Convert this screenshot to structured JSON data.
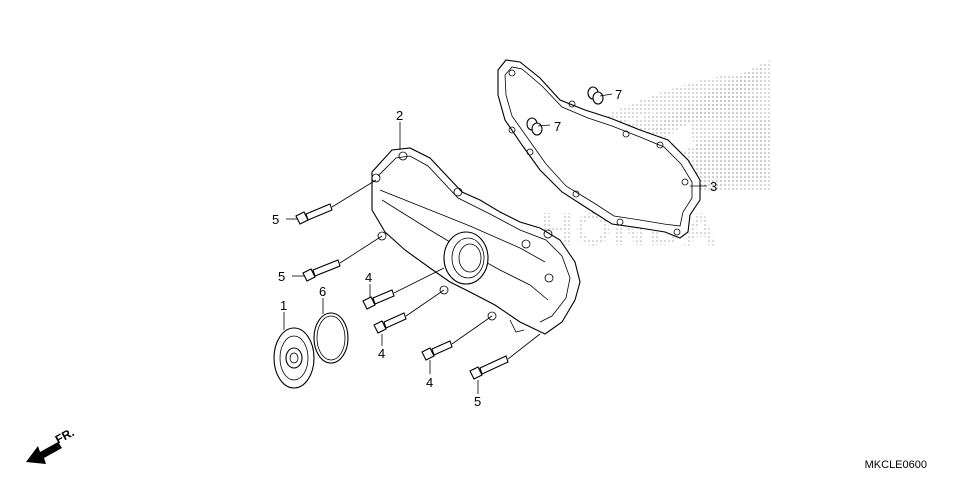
{
  "diagram_code": "MKCLE0600",
  "direction_label": "FR.",
  "watermark": {
    "brand": "HONDA"
  },
  "callouts": [
    {
      "id": "c1",
      "label": "1"
    },
    {
      "id": "c2",
      "label": "2"
    },
    {
      "id": "c3",
      "label": "3"
    },
    {
      "id": "c4a",
      "label": "4"
    },
    {
      "id": "c4b",
      "label": "4"
    },
    {
      "id": "c4c",
      "label": "4"
    },
    {
      "id": "c5a",
      "label": "5"
    },
    {
      "id": "c5b",
      "label": "5"
    },
    {
      "id": "c5c",
      "label": "5"
    },
    {
      "id": "c6",
      "label": "6"
    },
    {
      "id": "c7a",
      "label": "7"
    },
    {
      "id": "c7b",
      "label": "7"
    }
  ]
}
